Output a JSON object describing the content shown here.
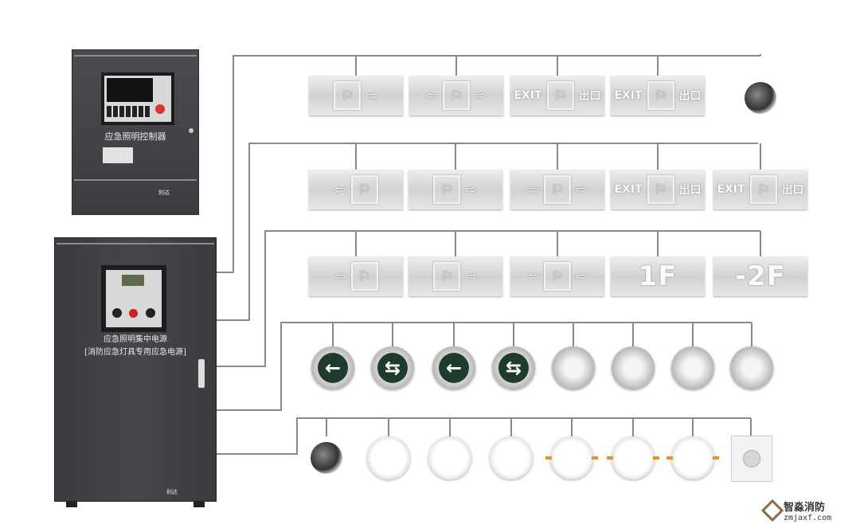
{
  "controller": {
    "label": "应急照明控制器",
    "logo": "利达"
  },
  "power_cabinet": {
    "label_line1": "应急照明集中电源",
    "label_line2": "[消防应急灯具专用应急电源]",
    "logo": "利达"
  },
  "sign_text": {
    "exit_en": "EXIT",
    "exit_cn": "出口",
    "floor_1": "1F",
    "floor_b2": "-2F",
    "arrow_left": "⇦",
    "arrow_right": "⇨",
    "arrow_left_solid": "←",
    "arrow_both": "⇆"
  },
  "rows": [
    {
      "items": [
        "sign-man-right",
        "sign-left-man-right",
        "sign-exit-man-cn",
        "sign-exit-man-cn",
        "dome-light"
      ]
    },
    {
      "items": [
        "sign-left-man",
        "sign-man-right",
        "sign-left-man-right",
        "sign-exit-man-cn",
        "sign-exit-man-cn"
      ]
    },
    {
      "items": [
        "sign-left-man",
        "sign-man-right",
        "sign-left-man-right",
        "sign-floor-1",
        "sign-floor-b2"
      ]
    },
    {
      "items": [
        "disc-left",
        "disc-both",
        "disc-left",
        "disc-both",
        "disc-blank",
        "disc-blank",
        "disc-blank",
        "disc-blank"
      ]
    },
    {
      "items": [
        "dome-light",
        "downlight",
        "downlight",
        "downlight",
        "downlight-tabs",
        "downlight-tabs",
        "downlight-tabs",
        "sensor"
      ]
    }
  ],
  "watermark": {
    "name": "智淼消防",
    "url": "zmjaxf.com"
  },
  "colors": {
    "wire": "#8a8a8a",
    "cabinet": "#3f4044",
    "sign_green": "#1f3b2c"
  }
}
